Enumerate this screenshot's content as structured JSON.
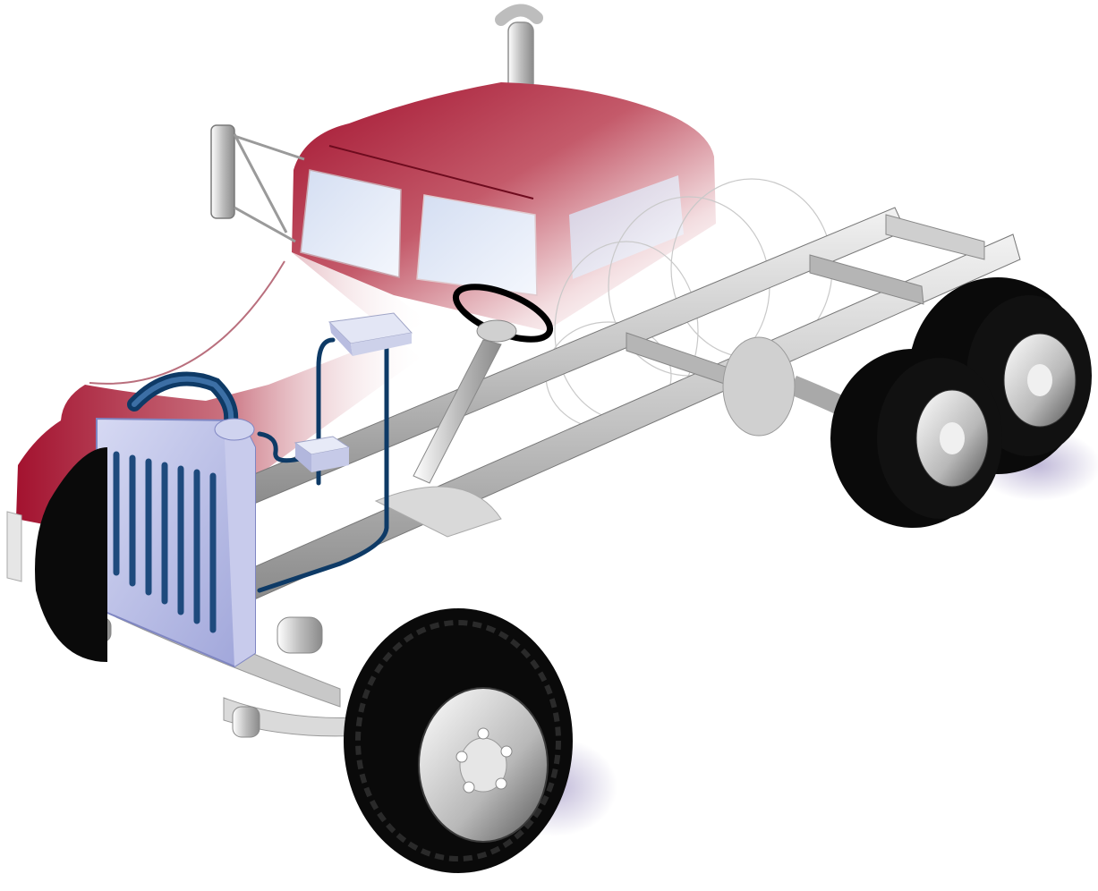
{
  "illustration": {
    "subject": "",
    "colors": {
      "cab": "#a3122f",
      "frame": "#bdbdbd",
      "tire": "#0a0a0a",
      "radiator": "#b9bde6",
      "coolant_hose": "#0e3a66",
      "glass": "#dfe6f5"
    },
    "parts": {
      "cab": "cab-shell",
      "windshield": "windshield",
      "exhaust": "exhaust-stack",
      "mirror": "side-mirror",
      "steering": "steering-wheel",
      "radiator": "radiator",
      "hose": "coolant-hose",
      "reservoir": "expansion-tank",
      "frame": "chassis-frame",
      "front_tire": "front-wheel",
      "rear_tires": "tandem-rear-wheels"
    }
  }
}
